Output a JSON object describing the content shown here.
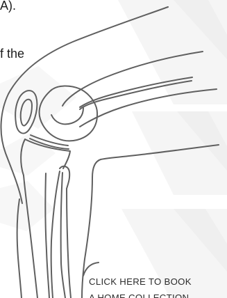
{
  "intro": {
    "line_1": "A).",
    "line_2": "f the"
  },
  "cta": {
    "line_1": "CLICK HERE TO BOOK",
    "line_2": "A HOME COLLECTION"
  },
  "illustration": {
    "icon": "knee-joint-illustration"
  },
  "colors": {
    "text": "#1c1c1c",
    "line": "#6f6f6f",
    "pattern": "#f2f2f2"
  }
}
